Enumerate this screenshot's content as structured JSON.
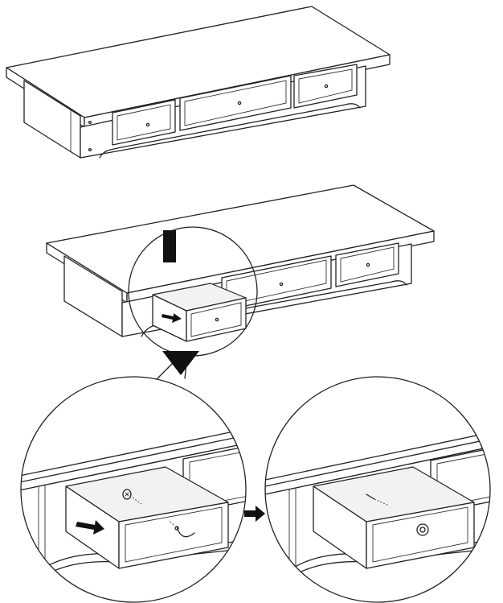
{
  "colors": {
    "line": "#222222",
    "background": "#ffffff",
    "arrow": "#111111"
  },
  "steps": [
    {
      "id": "assembled-cabinet",
      "description_icon": "cabinet-icon"
    },
    {
      "id": "drawer-callout",
      "description_icon": "magnifier-circle-icon"
    },
    {
      "id": "detail-handle-attach",
      "description_icon": "handle-icon"
    },
    {
      "id": "detail-knob-installed",
      "description_icon": "knob-icon"
    }
  ]
}
